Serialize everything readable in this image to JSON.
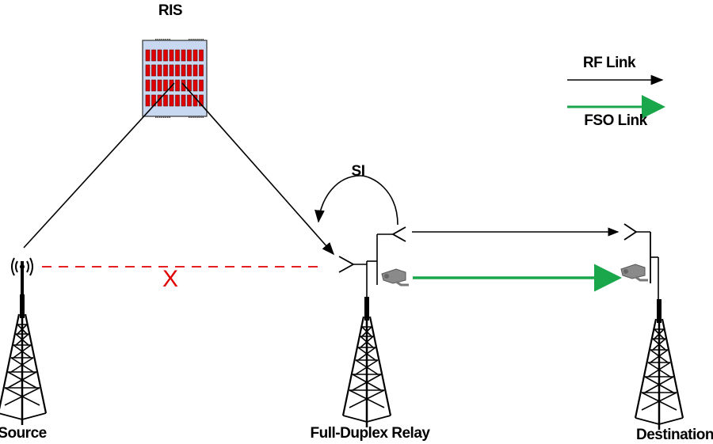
{
  "title_labels": {
    "ris": "RIS",
    "si": "SI",
    "source": "Source",
    "relay": "Full-Duplex Relay",
    "destination": "Destination"
  },
  "legend": {
    "rf": {
      "label": "RF Link",
      "color": "#000000"
    },
    "fso": {
      "label": "FSO Link",
      "color": "#1aa64a"
    }
  },
  "colors": {
    "ris_panel": "#c8d8f0",
    "ris_element": "#e00000",
    "blocked_link": "#e00000",
    "blocked_mark": "X"
  },
  "nodes": [
    "Source",
    "RIS",
    "Full-Duplex Relay",
    "Destination"
  ]
}
